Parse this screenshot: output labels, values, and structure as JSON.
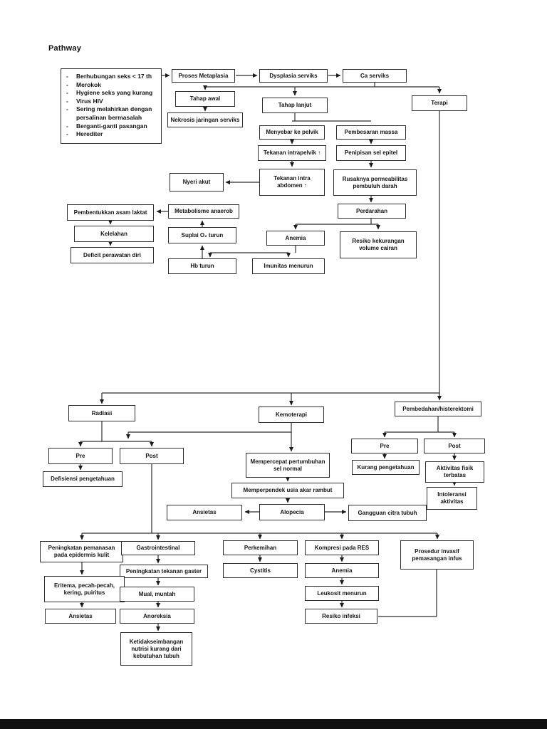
{
  "page": {
    "title": "Pathway"
  },
  "risk_factors": {
    "items": [
      "Berhubungan seks < 17 th",
      "Merokok",
      "Hygiene seks yang kurang",
      "Virus HIV",
      "Sering melahirkan dengan persalinan bermasalah",
      "Berganti-ganti pasangan",
      "Herediter"
    ]
  },
  "nodes": {
    "proses_metaplasia": "Proses Metaplasia",
    "dysplasia_serviks": "Dysplasia serviks",
    "ca_serviks": "Ca serviks",
    "terapi": "Terapi",
    "tahap_awal": "Tahap awal",
    "nekrosis_jaringan": "Nekrosis jaringan serviks",
    "tahap_lanjut": "Tahap lanjut",
    "menyebar_pelvik": "Menyebar ke pelvik",
    "tekanan_intrapelvik": "Tekanan intrapelvik ↑",
    "tekanan_abdomen": "Tekanan intra abdomen ↑",
    "nyeri_akut": "Nyeri akut",
    "pembesaran_massa": "Pembesaran massa",
    "penipisan_epitel": "Penipisan sel epitel",
    "rusaknya_permeabilitas": "Rusaknya permeabilitas pembuluh darah",
    "perdarahan": "Perdarahan",
    "anemia_atas": "Anemia",
    "resiko_kekurangan_cairan": "Resiko kekurangan volume cairan",
    "metabolisme_anaerob": "Metabolisme anaerob",
    "pembentukan_laktat": "Pembentukkan asam laktat",
    "kelelahan": "Kelelahan",
    "deficit_perawatan": "Deficit perawatan diri",
    "suplai_o2_turun": "Suplai O₂ turun",
    "hb_turun": "Hb turun",
    "imunitas_menurun": "Imunitas menurun",
    "radiasi": "Radiasi",
    "kemoterapi": "Kemoterapi",
    "pembedahan_histerektomi": "Pembedahan/histerektomi",
    "pre_radiasi": "Pre",
    "post_radiasi": "Post",
    "defisiensi_pengetahuan": "Defisiensi pengetahuan",
    "mempercepat_pertumbuhan": "Mempercepat pertumbuhan sel normal",
    "memperpendek_usia": "Memperpendek usia akar rambut",
    "ansietas_tengah": "Ansietas",
    "alopecia": "Alopecia",
    "gangguan_citra": "Gangguan citra tubuh",
    "pre_pembedahan": "Pre",
    "post_pembedahan": "Post",
    "kurang_pengetahuan": "Kurang pengetahuan",
    "aktivitas_fisik_terbatas": "Aktivitas fisik terbatas",
    "intoleransi_aktivitas": "Intoleransi aktivitas",
    "peningkatan_pemanasan": "Peningkatan pemanasan pada epidermis kulit",
    "gastrointestinal": "Gastrointestinal",
    "peningkatan_gaster": "Peningkatan tekanan gaster",
    "eritema": "Eritema, pecah-pecah, kering, puiritus",
    "ansietas_kiri": "Ansietas",
    "mual_muntah": "Mual, muntah",
    "anoreksia": "Anoreksia",
    "ketidakseimbangan_nutrisi": "Ketidakseimbangan nutrisi kurang dari kebutuhan tubuh",
    "perkemihan": "Perkemihan",
    "cystitis": "Cystitis",
    "kompresi_res": "Kompresi pada RES",
    "anemia_bawah": "Anemia",
    "leukosit_menurun": "Leukosit menurun",
    "resiko_infeksi": "Resiko infeksi",
    "prosedur_invasif": "Prosedur invasif pemasangan infus"
  }
}
